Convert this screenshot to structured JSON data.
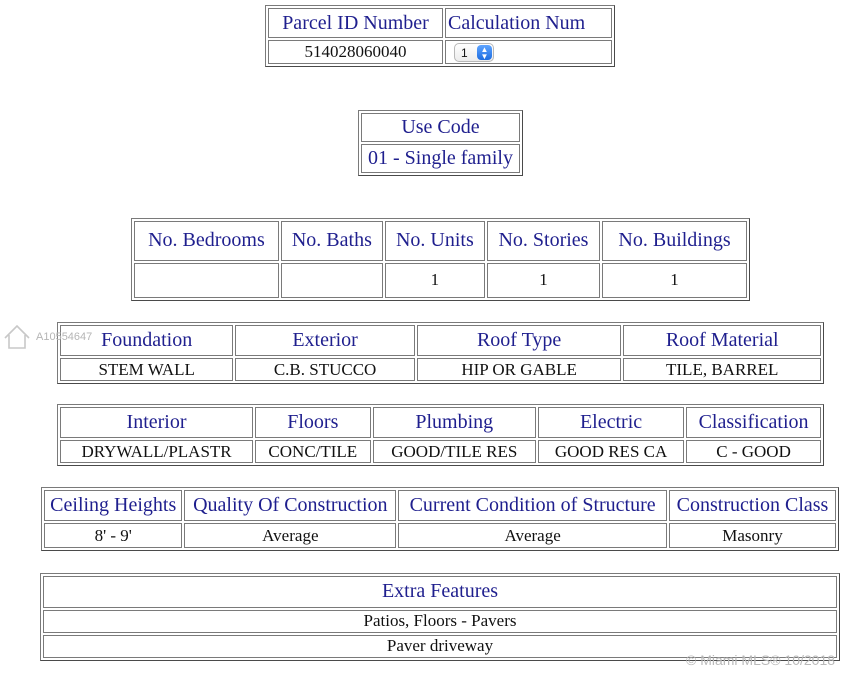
{
  "parcel": {
    "headers": [
      "Parcel ID Number",
      "Calculation Num"
    ],
    "parcel_id": "514028060040",
    "calc_select": {
      "selected": "1"
    }
  },
  "use_code": {
    "header": "Use Code",
    "value": "01 - Single family"
  },
  "rooms": {
    "headers": [
      "No. Bedrooms",
      "No. Baths",
      "No. Units",
      "No. Stories",
      "No. Buildings"
    ],
    "values": [
      "",
      "",
      "1",
      "1",
      "1"
    ]
  },
  "structure": {
    "headers": [
      "Foundation",
      "Exterior",
      "Roof Type",
      "Roof Material"
    ],
    "values": [
      "STEM WALL",
      "C.B. STUCCO",
      "HIP OR GABLE",
      "TILE, BARREL"
    ]
  },
  "interior": {
    "headers": [
      "Interior",
      "Floors",
      "Plumbing",
      "Electric",
      "Classification"
    ],
    "values": [
      "DRYWALL/PLASTR",
      "CONC/TILE",
      "GOOD/TILE RES",
      "GOOD RES CA",
      "C - GOOD"
    ]
  },
  "construction": {
    "headers": [
      "Ceiling Heights",
      "Quality Of Construction",
      "Current Condition of Structure",
      "Construction Class"
    ],
    "values": [
      "8' - 9'",
      "Average",
      "Average",
      "Masonry"
    ]
  },
  "extra_features": {
    "header": "Extra Features",
    "items": [
      "Patios, Floors - Pavers",
      "Paver driveway"
    ]
  },
  "watermarks": {
    "listing_id": "A10554647",
    "copyright": "© Miami MLS® 10/2018"
  }
}
